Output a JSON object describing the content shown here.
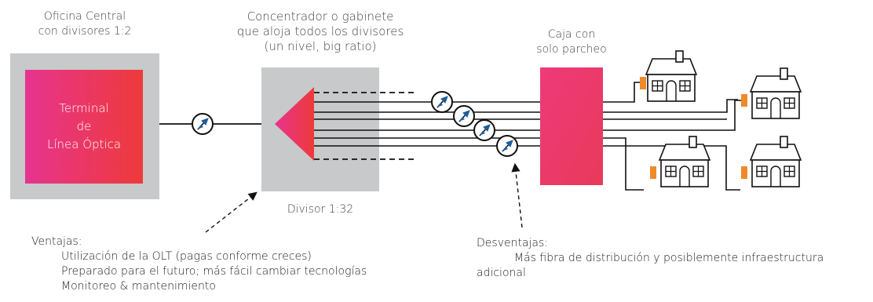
{
  "central_office": {
    "label_line1": "Oficina Central",
    "label_line2": "con divisores 1:2",
    "terminal_line1": "Terminal",
    "terminal_line2": "de",
    "terminal_line3": "Línea Óptica"
  },
  "concentrator": {
    "label_line1": "Concentrador o gabinete",
    "label_line2": "que aloja todos los divisores",
    "label_line3": "(un nivel, big ratio)",
    "splitter_label": "Divisor 1:32"
  },
  "patch_box": {
    "label_line1": "Caja con",
    "label_line2": "solo parcheo"
  },
  "advantages": {
    "title": "Ventajas:",
    "items": [
      "Utilización de la OLT (pagas conforme creces)",
      "Preparado para el futuro; más fácil cambiar tecnologías",
      "Monitoreo & mantenimiento"
    ]
  },
  "disadvantages": {
    "title": "Desventajas:",
    "line1": "Más fibra de distribución y posiblemente infraestructura",
    "line2": "adicional"
  },
  "colors": {
    "gradient_start": "#e6348f",
    "gradient_end": "#ee3a3a",
    "box_gray": "#c8c9ca",
    "connector_orange": "#ef8a2a",
    "meter_blue": "#1d5e9a",
    "line": "#1a1a1a"
  },
  "icons": {
    "house": "house-icon",
    "meter": "power-meter-icon",
    "arrow": "dashed-pointer-arrow"
  }
}
